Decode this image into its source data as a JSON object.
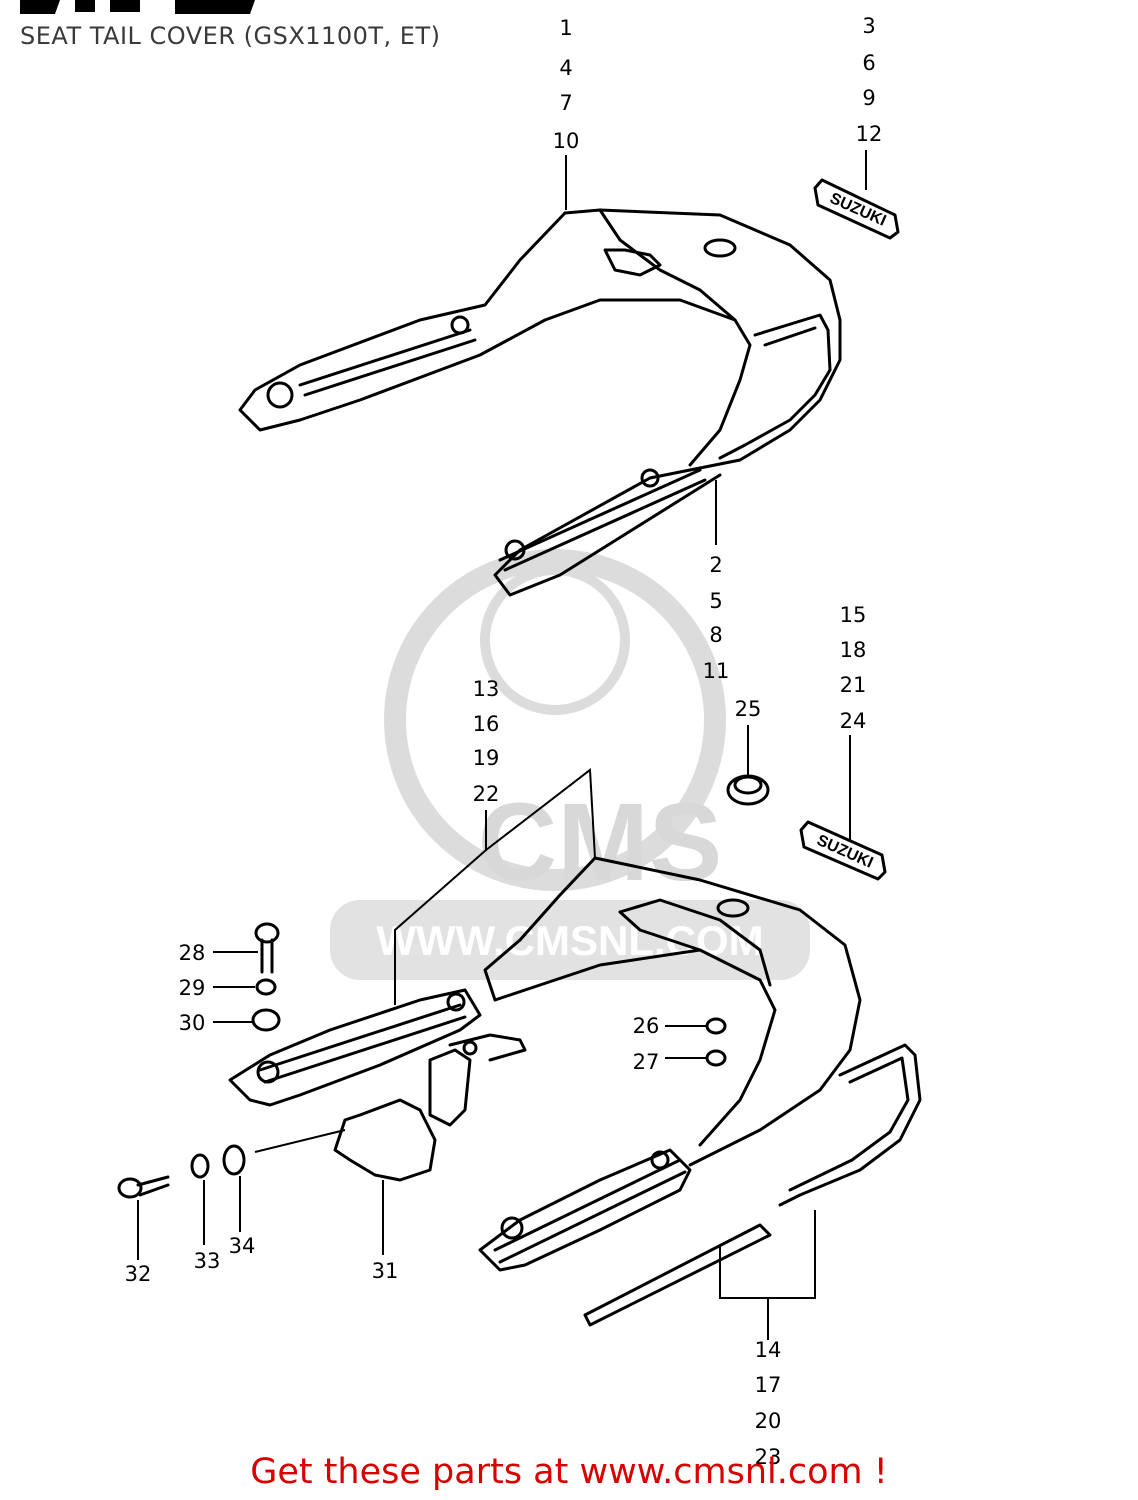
{
  "page": {
    "title": "SEAT TAIL COVER (GSX1100T, ET)",
    "footer": "Get these parts at www.cmsnl.com !"
  },
  "watermark": {
    "logo_text": "CMS",
    "url_text": "WWW.CMSNL.COM"
  },
  "callouts": {
    "c1": [
      "1",
      "4",
      "7",
      "10"
    ],
    "c2": [
      "2",
      "5",
      "8",
      "11"
    ],
    "c3": [
      "3",
      "6",
      "9",
      "12"
    ],
    "c13": [
      "13",
      "16",
      "19",
      "22"
    ],
    "c14": [
      "14",
      "17",
      "20",
      "23"
    ],
    "c15": [
      "15",
      "18",
      "21",
      "24"
    ],
    "c25": "25",
    "c26": "26",
    "c27": "27",
    "c28": "28",
    "c29": "29",
    "c30": "30",
    "c31": "31",
    "c32": "32",
    "c33": "33",
    "c34": "34"
  },
  "emblems": {
    "upper": "SUZUKI",
    "lower": "SUZUKI"
  }
}
